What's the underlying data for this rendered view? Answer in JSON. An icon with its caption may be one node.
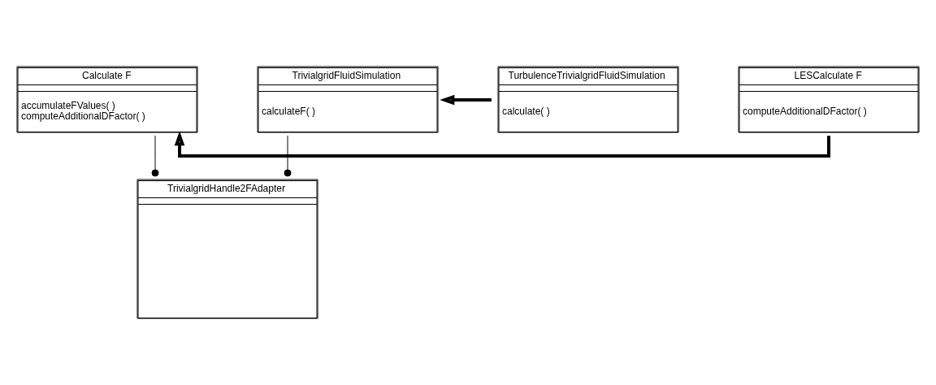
{
  "diagram": {
    "nodes": [
      {
        "text": [
          "Calculate F",
          "accumulateFValues( )",
          "computeAdditionalDFactor( )"
        ]
      },
      {
        "text": [
          "LESCalculate F",
          "computeAdditionalDFactor( )"
        ]
      },
      {
        "text": [
          "TrivialgridHandle2FAdapter"
        ]
      },
      {
        "text": [
          "TrivialgridFluidSimulation",
          "calculateF( )"
        ]
      },
      {
        "text": [
          "TurbulenceTrivialgridFluidSimulation",
          "calculate( )"
        ]
      }
    ],
    "edges": [
      {
        "from": 1,
        "to": 0,
        "arrow": "to",
        "style": "thick"
      },
      {
        "from": 0,
        "to": 2,
        "arrow": "other"
      },
      {
        "from": 3,
        "to": 2,
        "arrow": "other"
      },
      {
        "from": 4,
        "to": 3,
        "arrow": "to",
        "style": "thick"
      }
    ]
  }
}
